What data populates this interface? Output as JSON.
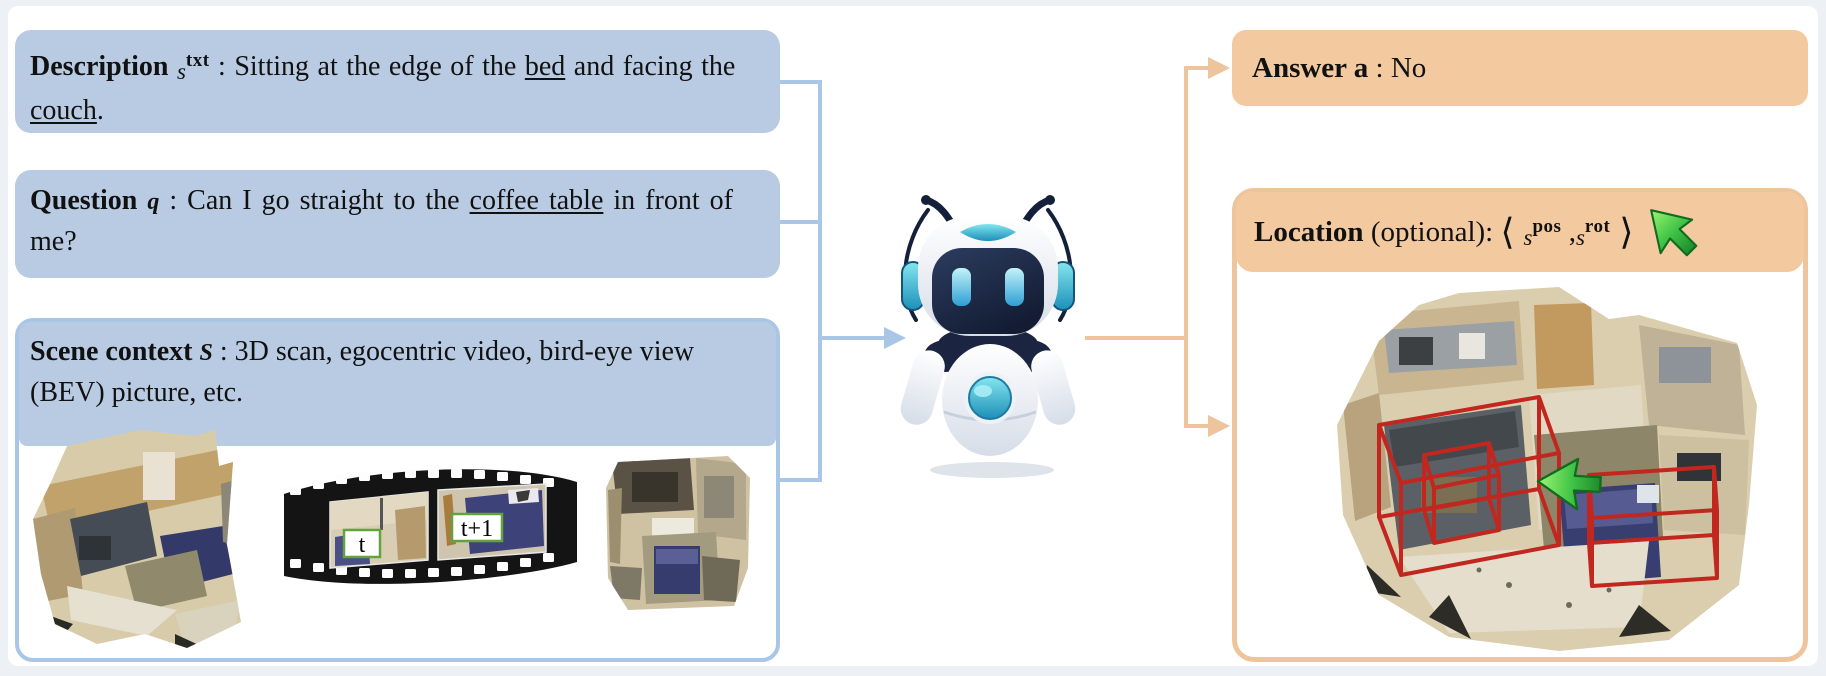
{
  "theme": {
    "page-bg": "#edf0f5",
    "canvas-bg": "#ffffff",
    "blue-fill": "#b9cbe3",
    "blue-line": "#a9c6e6",
    "orange-fill": "#f3c9a0",
    "orange-line": "#eec49c",
    "text-color": "#111111",
    "red-bbox": "#c1271f",
    "green-arrow": "#2fae35"
  },
  "left": {
    "description": {
      "label": "Description ",
      "sym": "s",
      "sym_sup": "txt",
      "colon": " : ",
      "t1": "Sitting at the edge of the ",
      "u1": "bed",
      "t2": " and facing the ",
      "u2": "couch",
      "t3": "."
    },
    "question": {
      "label": "Question ",
      "sym": "q",
      "colon": " : ",
      "t1": "Can I go straight to the ",
      "u1": "coffee table",
      "t2": " in front of me?"
    },
    "scene": {
      "label": "Scene context ",
      "sym": "S",
      "colon": " :  ",
      "t1": "3D scan, egocentric video, bird-eye view (BEV) picture, etc.",
      "film": {
        "frame_t": "t",
        "frame_t1": "t+1"
      }
    }
  },
  "right": {
    "answer": {
      "label": "Answer ",
      "sym": "a",
      "colon": " : ",
      "value": "No"
    },
    "location": {
      "label": "Location",
      "optional": " (optional): ",
      "langle": "⟨ ",
      "s_pos": "s",
      "pos_sup": "pos",
      "comma": " ,",
      "s_rot": "s",
      "rot_sup": "rot",
      "rangle": " ⟩"
    }
  },
  "icons": {
    "robot": "assistant-robot",
    "green_cursor": "green-cursor-arrow",
    "film": "egocentric-video-filmstrip",
    "scan3d": "3d-scan-thumbnail",
    "bev": "bev-picture-thumbnail",
    "location_scan": "3d-scan-with-bounding-boxes"
  }
}
